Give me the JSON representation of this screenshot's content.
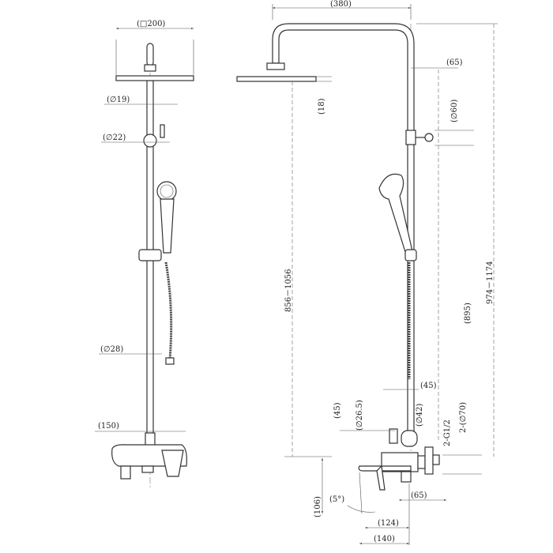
{
  "front_view": {
    "head_size": "(□200)",
    "pipe_dia_upper": "(∅19)",
    "diverter_dia": "(∅22)",
    "pipe_dia_lower": "(∅28)",
    "inlet_spacing": "(150)"
  },
  "side_view": {
    "arm_reach": "(380)",
    "arm_offset": "(65)",
    "head_height": "(18)",
    "diverter_dia": "(∅60)",
    "height_range_head": "856－1056",
    "slide_bar_height": "(895)",
    "height_range_total": "974－1174",
    "outlet_offset": "(45)",
    "vertical_45": "(45)",
    "connector_dia": "(∅26.5)",
    "mixer_dia": "(∅42)",
    "inlet_thread": "2-G1/2",
    "flange_dia": "2-(∅70)",
    "spout_angle": "(5°)",
    "spout_height": "(106)",
    "wall_to_body": "(65)",
    "spout_124": "(124)",
    "spout_140": "(140)"
  }
}
